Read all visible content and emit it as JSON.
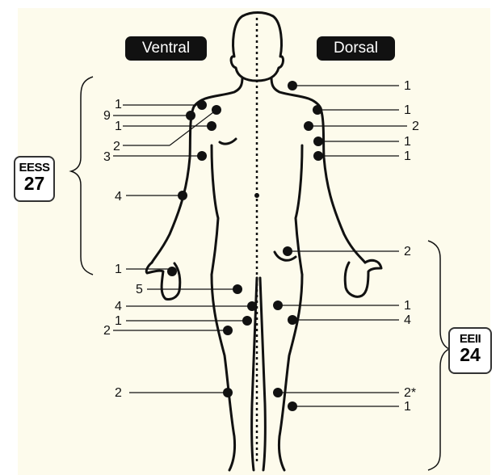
{
  "figure": {
    "views": {
      "ventral": "Ventral",
      "dorsal": "Dorsal"
    },
    "upper_limbs": {
      "abbr": "EESS",
      "count": "27"
    },
    "lower_limbs": {
      "abbr": "EEII",
      "count": "24"
    },
    "ventral_labels": [
      "1",
      "9",
      "1",
      "2",
      "3",
      "4",
      "1",
      "5",
      "4",
      "1",
      "2",
      "2"
    ],
    "dorsal_labels": [
      "1",
      "1",
      "2",
      "1",
      "1",
      "2",
      "1",
      "4",
      "2*",
      "1"
    ]
  },
  "colors": {
    "background": "#fdfbec",
    "ink": "#111111",
    "pill": "#111111"
  }
}
